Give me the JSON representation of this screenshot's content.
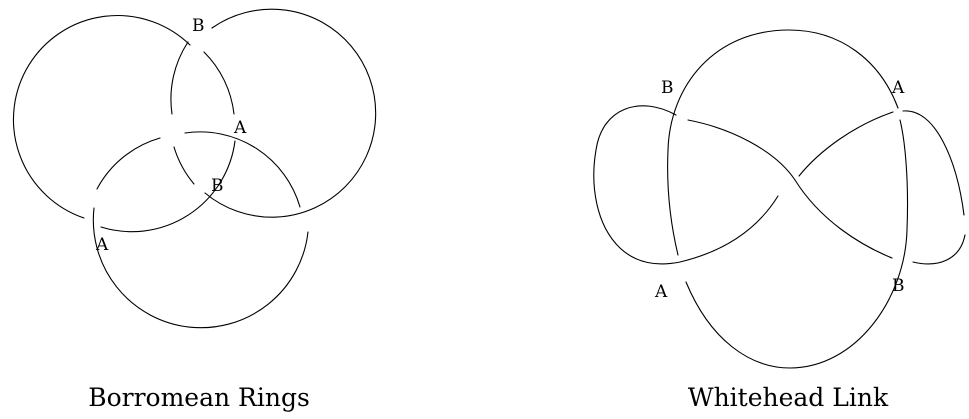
{
  "figures": [
    {
      "caption": "Borromean Rings",
      "labels": [
        "B",
        "A",
        "B",
        "A"
      ]
    },
    {
      "caption": "Whitehead Link",
      "labels": [
        "B",
        "A",
        "A",
        "B"
      ]
    }
  ]
}
